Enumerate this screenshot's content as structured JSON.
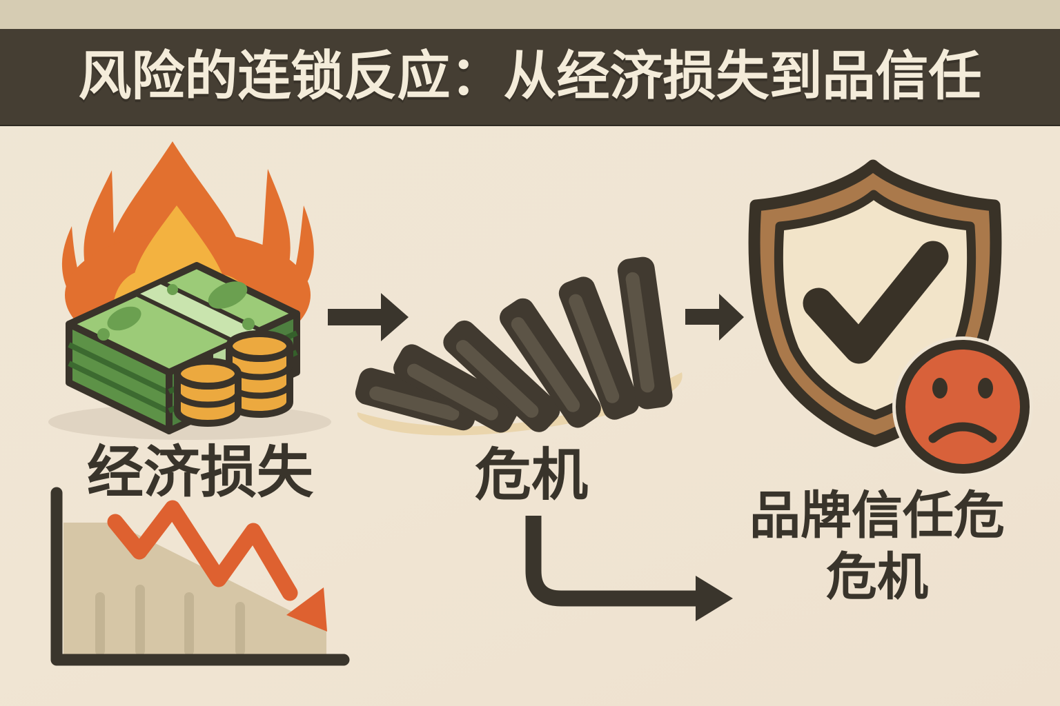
{
  "banner": {
    "title": "风险的连锁反应：从经济损失到品信任"
  },
  "steps": [
    {
      "id": "economic-loss",
      "label": "经济损失",
      "icon": "burning-money-icon"
    },
    {
      "id": "crisis",
      "label": "危机",
      "icon": "falling-dominoes-icon"
    },
    {
      "id": "brand-trust-crisis",
      "label_line1": "品牌信任危",
      "label_line2": "危机",
      "icon": "shield-check-sad-face-icon"
    }
  ],
  "connectors": [
    {
      "id": "arrow-money-to-dominoes",
      "type": "straight-right-arrow"
    },
    {
      "id": "arrow-dominoes-to-shield",
      "type": "straight-right-arrow"
    },
    {
      "id": "arrow-crisis-to-brand",
      "type": "elbow-right-arrow"
    }
  ],
  "decorations": [
    {
      "id": "declining-chart",
      "icon": "declining-chart-icon"
    }
  ],
  "colors": {
    "background": "#f0e6d5",
    "top_strip": "#d6ccb3",
    "banner_bg": "#453e33",
    "banner_text": "#f4ecda",
    "text_dark": "#39342b",
    "arrow_dark": "#3a352c",
    "flame_orange": "#e2702f",
    "flame_yellow": "#f3b240",
    "money_green_light": "#9ccb78",
    "money_green_dark": "#5d9247",
    "coin_gold": "#eca93f",
    "chart_area_tan": "#d6c6a6",
    "chart_arrow_orange": "#de6130",
    "domino_dark": "#413a30",
    "ground_tan": "#ead5ac",
    "shield_brown": "#aa794b",
    "shield_inner_cream": "#f2e4c9",
    "face_red_orange": "#d8613a"
  }
}
